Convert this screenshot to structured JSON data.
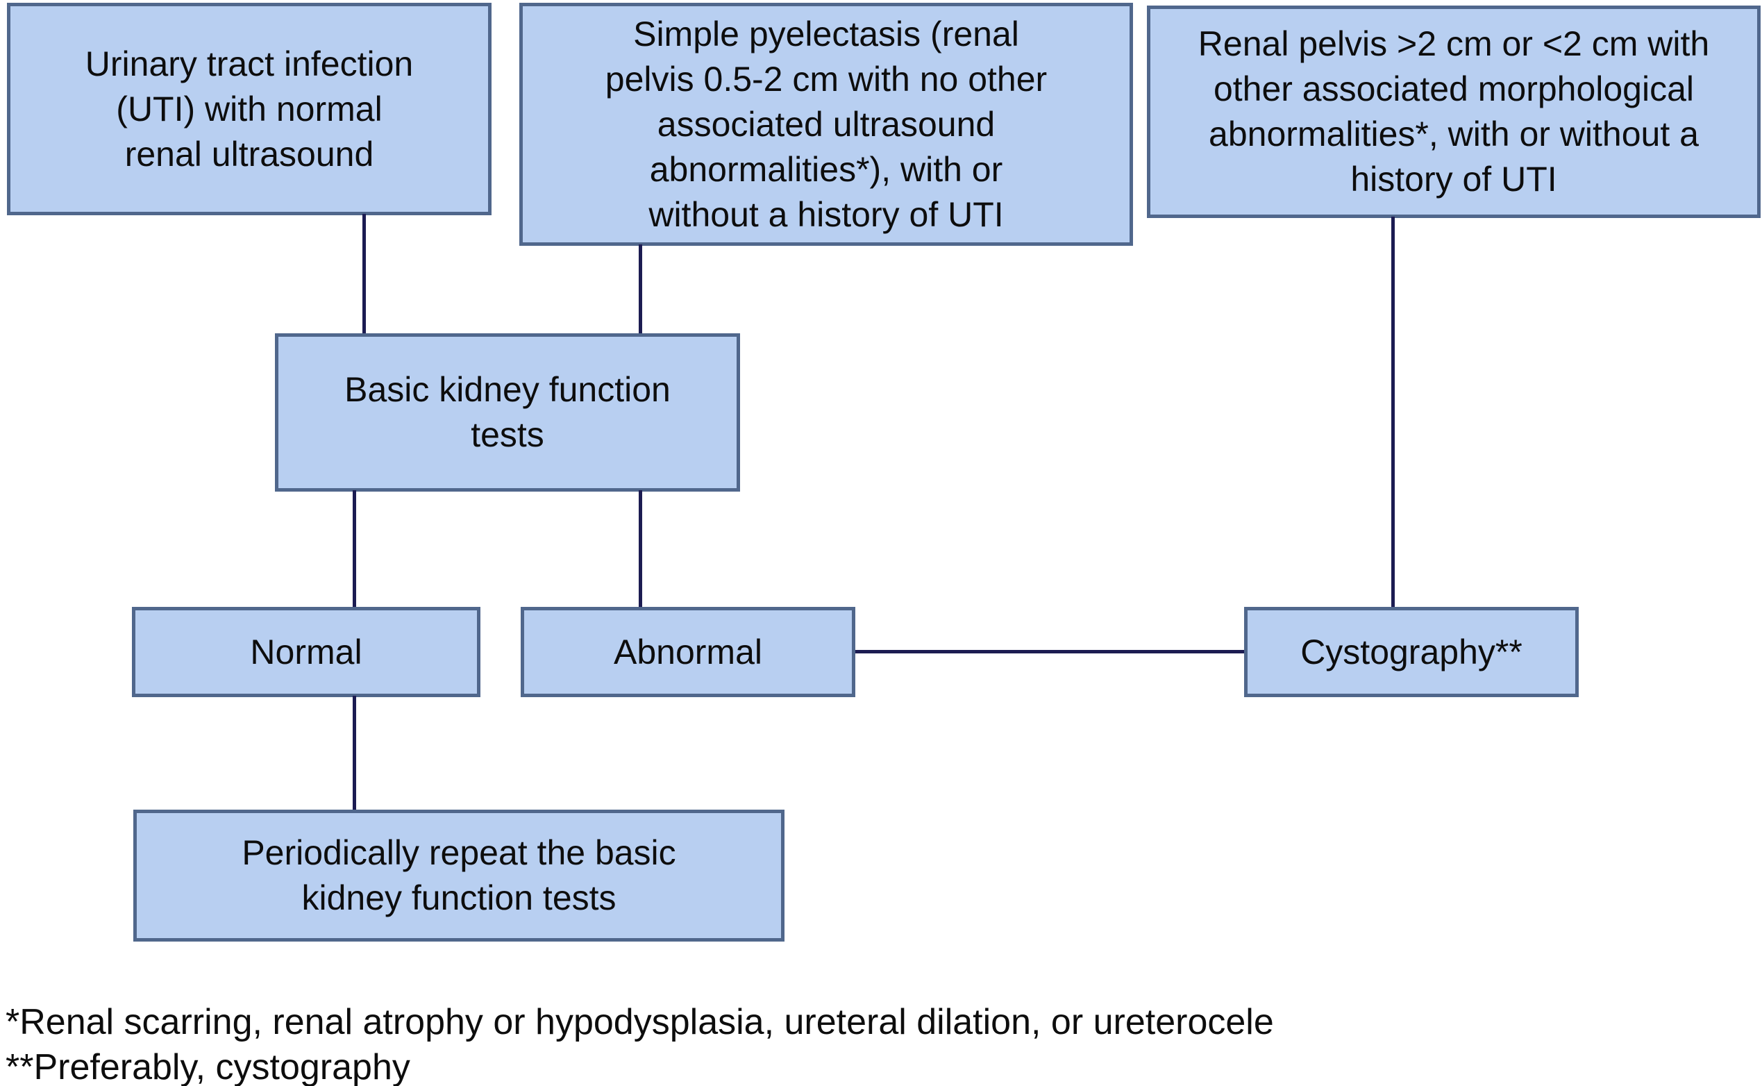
{
  "figure": {
    "type": "flowchart",
    "title": "Management algorithm for urinary tract / renal pelvis findings",
    "nodes": {
      "uti_normal_ultrasound": "Urinary tract infection\n(UTI) with normal\nrenal ultrasound",
      "simple_pyelectasis": "Simple pyelectasis (renal\npelvis 0.5-2 cm with no other\nassociated ultrasound\nabnormalities*), with or\nwithout a history of UTI",
      "renal_pelvis_2cm": "Renal pelvis >2 cm or <2 cm with\nother associated morphological\nabnormalities*, with or without a\nhistory of UTI",
      "basic_kidney_tests": "Basic kidney function\ntests",
      "normal": "Normal",
      "abnormal": "Abnormal",
      "cystography": "Cystography**",
      "repeat_tests": "Periodically repeat the basic\nkidney function tests"
    },
    "edges": [
      {
        "from": "uti_normal_ultrasound",
        "to": "basic_kidney_tests"
      },
      {
        "from": "simple_pyelectasis",
        "to": "basic_kidney_tests"
      },
      {
        "from": "renal_pelvis_2cm",
        "to": "cystography"
      },
      {
        "from": "basic_kidney_tests",
        "to": "normal"
      },
      {
        "from": "basic_kidney_tests",
        "to": "abnormal"
      },
      {
        "from": "abnormal",
        "to": "cystography"
      },
      {
        "from": "normal",
        "to": "repeat_tests"
      }
    ],
    "footnotes": {
      "line1": "*Renal scarring, renal atrophy or hypodysplasia, ureteral dilation, or ureterocele",
      "line2": "**Preferably, cystography"
    },
    "colors": {
      "box_fill": "#b8cff1",
      "box_border": "#50678c",
      "connector_line": "#1c1c52",
      "text": "#0d0d0d",
      "background": "#ffffff"
    }
  }
}
